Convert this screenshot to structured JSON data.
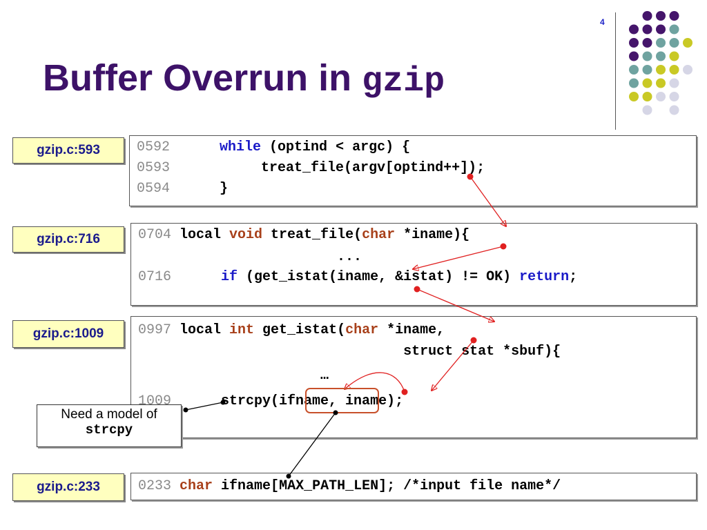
{
  "slide": {
    "title_text": "Buffer Overrun in ",
    "title_code": "gzip",
    "page_number": "4"
  },
  "blocks": [
    {
      "label": "gzip.c:593",
      "lines": [
        [
          {
            "t": "0592",
            "c": "ln"
          },
          {
            "t": "      "
          },
          {
            "t": "while",
            "c": "kw-blue"
          },
          {
            "t": " (optind < argc) {"
          }
        ],
        [
          {
            "t": "0593",
            "c": "ln"
          },
          {
            "t": "           treat_file(argv[optind++]);"
          }
        ],
        [
          {
            "t": "0594",
            "c": "ln"
          },
          {
            "t": "      }"
          }
        ]
      ]
    },
    {
      "label": "gzip.c:716",
      "lines": [
        [
          {
            "t": "0704",
            "c": "ln"
          },
          {
            "t": " local "
          },
          {
            "t": "void",
            "c": "kw-red"
          },
          {
            "t": " treat_file("
          },
          {
            "t": "char",
            "c": "kw-red"
          },
          {
            "t": " *iname){"
          }
        ],
        [
          {
            "t": "                        ..."
          }
        ],
        [
          {
            "t": "0716",
            "c": "ln"
          },
          {
            "t": "      "
          },
          {
            "t": "if",
            "c": "kw-blue"
          },
          {
            "t": " (get_istat(iname, &istat) != OK) "
          },
          {
            "t": "return",
            "c": "kw-blue"
          },
          {
            "t": ";"
          }
        ]
      ]
    },
    {
      "label": "gzip.c:1009",
      "lines": [
        [
          {
            "t": "0997",
            "c": "ln"
          },
          {
            "t": " local "
          },
          {
            "t": "int",
            "c": "kw-red"
          },
          {
            "t": " get_istat("
          },
          {
            "t": "char",
            "c": "kw-red"
          },
          {
            "t": " *iname,"
          }
        ],
        [
          {
            "t": "                                struct stat *sbuf){"
          }
        ],
        [
          {
            "t": "                      …"
          }
        ],
        [
          {
            "t": "1009",
            "c": "ln"
          },
          {
            "t": "      strcpy(ifname, iname);"
          }
        ]
      ]
    },
    {
      "label": "gzip.c:233",
      "lines": [
        [
          {
            "t": "0233",
            "c": "ln"
          },
          {
            "t": " "
          },
          {
            "t": "char",
            "c": "kw-red"
          },
          {
            "t": " ifname[MAX_PATH_LEN]; /*input file name*/"
          }
        ]
      ]
    }
  ],
  "note": {
    "line1": "Need a model of",
    "line2": "strcpy"
  },
  "colors": {
    "title": "#3d1268",
    "label_bg": "#ffffbf",
    "label_text": "#1a1a8c",
    "keyword_blue": "#1a1ac8",
    "keyword_red": "#a8401a",
    "arrow_red": "#e02020",
    "dot_purple": "#45156b",
    "dot_teal": "#6fa3a0",
    "dot_olive": "#c9c925",
    "dot_lavender": "#d6d6e6"
  }
}
